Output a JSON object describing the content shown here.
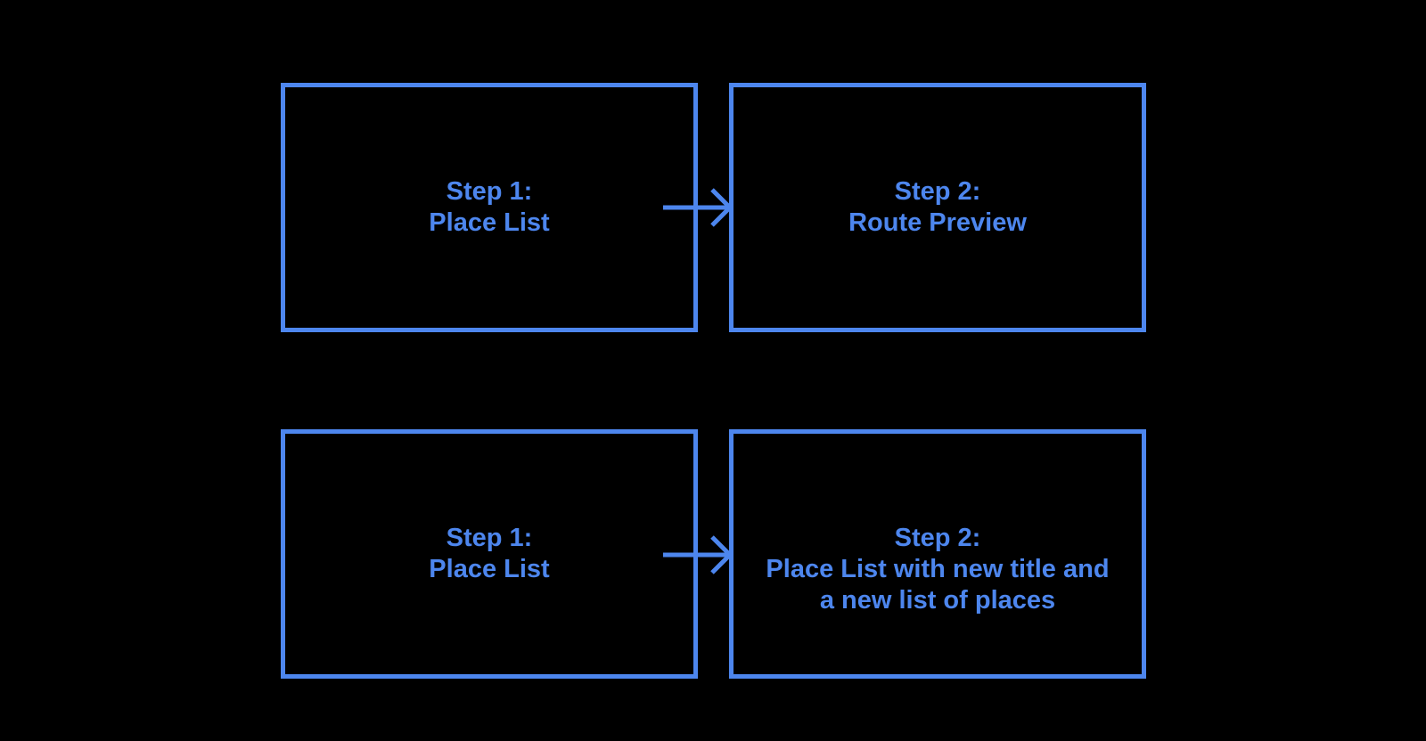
{
  "colors": {
    "background": "#000000",
    "accent": "#4D86EE"
  },
  "diagram": {
    "type": "flow",
    "rows": [
      {
        "source": {
          "lines": [
            "Step 1:",
            "Place List"
          ]
        },
        "target": {
          "lines": [
            "Step 2:",
            "Route Preview"
          ]
        }
      },
      {
        "source": {
          "lines": [
            "Step 1:",
            "Place List"
          ]
        },
        "target": {
          "lines": [
            "Step 2:",
            "Place List with new title and",
            "a new list of places"
          ]
        }
      }
    ]
  }
}
